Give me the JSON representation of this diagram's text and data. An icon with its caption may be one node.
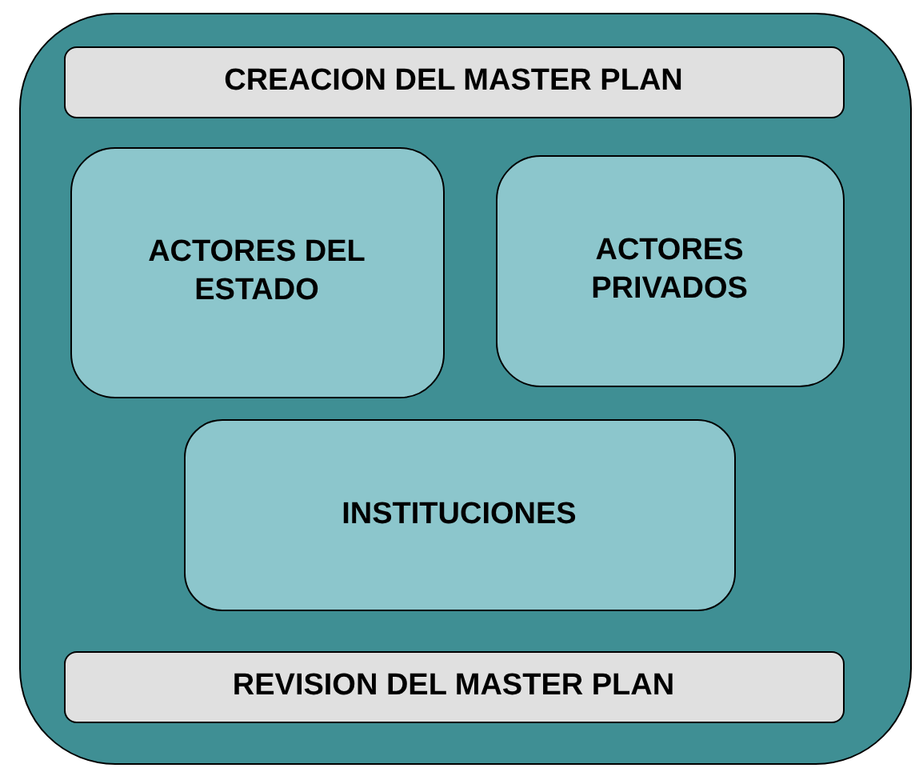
{
  "diagram": {
    "nodes": [
      {
        "text": [],
        "shape": "box"
      },
      {
        "text": [
          "CREACION DEL MASTER PLAN"
        ],
        "in": 0
      },
      {
        "text": [
          "ACTORES DEL ESTADO"
        ],
        "in": 0
      },
      {
        "text": [
          "ACTORES PRIVADOS"
        ],
        "in": 0
      },
      {
        "text": [
          "INSTITUCIONES"
        ],
        "in": 0
      },
      {
        "text": [
          "REVISION DEL MASTER PLAN"
        ],
        "in": 0
      }
    ],
    "edges": []
  }
}
